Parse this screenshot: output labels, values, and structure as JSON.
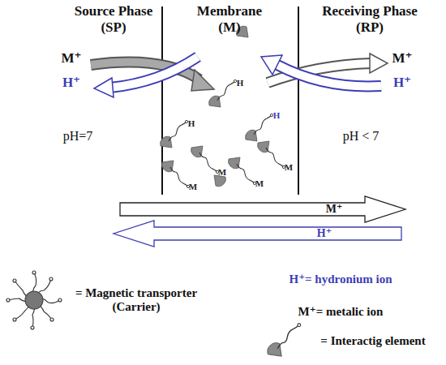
{
  "diagram": {
    "nodes": [
      {
        "text": [
          "Source Phase",
          "(SP)"
        ]
      },
      {
        "text": [
          "Membrane",
          "(M)"
        ]
      },
      {
        "text": [
          "Receiving Phase",
          "(RP)"
        ]
      }
    ],
    "labels": [
      "M⁺",
      "H⁺",
      "pH=7",
      "M⁺",
      "H⁺",
      "pH < 7",
      "H",
      "H",
      "H",
      "M",
      "M",
      "M",
      "M",
      "M⁺",
      "H⁺"
    ],
    "legend": [
      {
        "text": "= Magnetic transporter (Carrier)"
      },
      {
        "text": "H⁺= hydronium ion"
      },
      {
        "text": "M⁺= metalic ion"
      },
      {
        "text": "= Interactig element"
      }
    ]
  }
}
